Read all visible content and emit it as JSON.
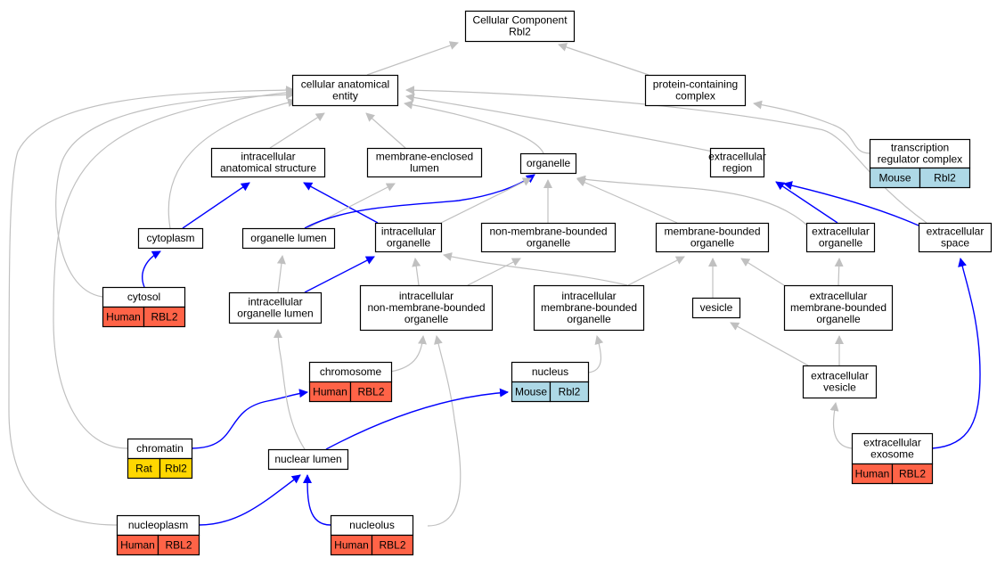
{
  "nodes": [
    {
      "id": "root",
      "lines": [
        "Cellular Component",
        "Rbl2"
      ]
    },
    {
      "id": "cae",
      "lines": [
        "cellular anatomical",
        "entity"
      ]
    },
    {
      "id": "pcc",
      "lines": [
        "protein-containing",
        "complex"
      ]
    },
    {
      "id": "ias",
      "lines": [
        "intracellular",
        "anatomical structure"
      ]
    },
    {
      "id": "mel",
      "lines": [
        "membrane-enclosed",
        "lumen"
      ]
    },
    {
      "id": "org",
      "lines": [
        "organelle"
      ]
    },
    {
      "id": "exr",
      "lines": [
        "extracellular",
        "region"
      ]
    },
    {
      "id": "trc",
      "lines": [
        "transcription",
        "regulator complex"
      ],
      "badge": {
        "species": "Mouse",
        "gene": "Rbl2"
      }
    },
    {
      "id": "cyt",
      "lines": [
        "cytoplasm"
      ]
    },
    {
      "id": "orl",
      "lines": [
        "organelle lumen"
      ]
    },
    {
      "id": "ico",
      "lines": [
        "intracellular",
        "organelle"
      ]
    },
    {
      "id": "nmb",
      "lines": [
        "non-membrane-bounded",
        "organelle"
      ]
    },
    {
      "id": "mbo",
      "lines": [
        "membrane-bounded",
        "organelle"
      ]
    },
    {
      "id": "exo",
      "lines": [
        "extracellular",
        "organelle"
      ]
    },
    {
      "id": "exs",
      "lines": [
        "extracellular",
        "space"
      ]
    },
    {
      "id": "cys",
      "lines": [
        "cytosol"
      ],
      "badge": {
        "species": "Human",
        "gene": "RBL2"
      }
    },
    {
      "id": "iol",
      "lines": [
        "intracellular",
        "organelle lumen"
      ]
    },
    {
      "id": "inm",
      "lines": [
        "intracellular",
        "non-membrane-bounded",
        "organelle"
      ]
    },
    {
      "id": "imb",
      "lines": [
        "intracellular",
        "membrane-bounded",
        "organelle"
      ]
    },
    {
      "id": "ves",
      "lines": [
        "vesicle"
      ]
    },
    {
      "id": "emb",
      "lines": [
        "extracellular",
        "membrane-bounded",
        "organelle"
      ]
    },
    {
      "id": "chr",
      "lines": [
        "chromosome"
      ],
      "badge": {
        "species": "Human",
        "gene": "RBL2"
      }
    },
    {
      "id": "nuc",
      "lines": [
        "nucleus"
      ],
      "badge": {
        "species": "Mouse",
        "gene": "Rbl2"
      }
    },
    {
      "id": "exv",
      "lines": [
        "extracellular",
        "vesicle"
      ]
    },
    {
      "id": "chm",
      "lines": [
        "chromatin"
      ],
      "badge": {
        "species": "Rat",
        "gene": "Rbl2"
      }
    },
    {
      "id": "nul",
      "lines": [
        "nuclear lumen"
      ]
    },
    {
      "id": "exe",
      "lines": [
        "extracellular",
        "exosome"
      ],
      "badge": {
        "species": "Human",
        "gene": "RBL2"
      }
    },
    {
      "id": "npl",
      "lines": [
        "nucleoplasm"
      ],
      "badge": {
        "species": "Human",
        "gene": "RBL2"
      }
    },
    {
      "id": "nlo",
      "lines": [
        "nucleolus"
      ],
      "badge": {
        "species": "Human",
        "gene": "RBL2"
      }
    }
  ],
  "edges": [
    {
      "from": "cae",
      "to": "root",
      "kind": "is_a"
    },
    {
      "from": "pcc",
      "to": "root",
      "kind": "is_a"
    },
    {
      "from": "trc",
      "to": "pcc",
      "kind": "is_a"
    },
    {
      "from": "ias",
      "to": "cae",
      "kind": "is_a"
    },
    {
      "from": "mel",
      "to": "cae",
      "kind": "is_a"
    },
    {
      "from": "org",
      "to": "cae",
      "kind": "is_a"
    },
    {
      "from": "exr",
      "to": "cae",
      "kind": "is_a"
    },
    {
      "from": "cyt",
      "to": "cae",
      "kind": "is_a"
    },
    {
      "from": "cys",
      "to": "cae",
      "kind": "is_a"
    },
    {
      "from": "chm",
      "to": "cae",
      "kind": "is_a"
    },
    {
      "from": "npl",
      "to": "cae",
      "kind": "is_a"
    },
    {
      "from": "exs",
      "to": "cae",
      "kind": "is_a"
    },
    {
      "from": "cyt",
      "to": "ias",
      "kind": "part_of"
    },
    {
      "from": "ico",
      "to": "ias",
      "kind": "part_of"
    },
    {
      "from": "orl",
      "to": "mel",
      "kind": "is_a"
    },
    {
      "from": "orl",
      "to": "org",
      "kind": "part_of"
    },
    {
      "from": "ico",
      "to": "org",
      "kind": "is_a"
    },
    {
      "from": "nmb",
      "to": "org",
      "kind": "is_a"
    },
    {
      "from": "mbo",
      "to": "org",
      "kind": "is_a"
    },
    {
      "from": "exo",
      "to": "org",
      "kind": "is_a"
    },
    {
      "from": "exo",
      "to": "exr",
      "kind": "part_of"
    },
    {
      "from": "exs",
      "to": "exr",
      "kind": "part_of"
    },
    {
      "from": "cys",
      "to": "cyt",
      "kind": "part_of"
    },
    {
      "from": "iol",
      "to": "orl",
      "kind": "is_a"
    },
    {
      "from": "iol",
      "to": "ico",
      "kind": "part_of"
    },
    {
      "from": "inm",
      "to": "ico",
      "kind": "is_a"
    },
    {
      "from": "imb",
      "to": "ico",
      "kind": "is_a"
    },
    {
      "from": "inm",
      "to": "nmb",
      "kind": "is_a"
    },
    {
      "from": "imb",
      "to": "mbo",
      "kind": "is_a"
    },
    {
      "from": "ves",
      "to": "mbo",
      "kind": "is_a"
    },
    {
      "from": "emb",
      "to": "mbo",
      "kind": "is_a"
    },
    {
      "from": "emb",
      "to": "exo",
      "kind": "is_a"
    },
    {
      "from": "chr",
      "to": "inm",
      "kind": "is_a"
    },
    {
      "from": "nlo",
      "to": "inm",
      "kind": "is_a"
    },
    {
      "from": "nuc",
      "to": "imb",
      "kind": "is_a"
    },
    {
      "from": "exv",
      "to": "ves",
      "kind": "is_a"
    },
    {
      "from": "exv",
      "to": "emb",
      "kind": "is_a"
    },
    {
      "from": "exe",
      "to": "exv",
      "kind": "is_a"
    },
    {
      "from": "exe",
      "to": "exs",
      "kind": "part_of"
    },
    {
      "from": "chm",
      "to": "chr",
      "kind": "part_of"
    },
    {
      "from": "nul",
      "to": "iol",
      "kind": "is_a"
    },
    {
      "from": "nul",
      "to": "nuc",
      "kind": "part_of"
    },
    {
      "from": "npl",
      "to": "nul",
      "kind": "part_of"
    },
    {
      "from": "nlo",
      "to": "nul",
      "kind": "part_of"
    }
  ],
  "colors": {
    "is_a_edge": "#c0c0c0",
    "part_of_edge": "#0000ff",
    "Human": "#ff6347",
    "Mouse": "#add8e6",
    "Rat": "#ffd700"
  }
}
